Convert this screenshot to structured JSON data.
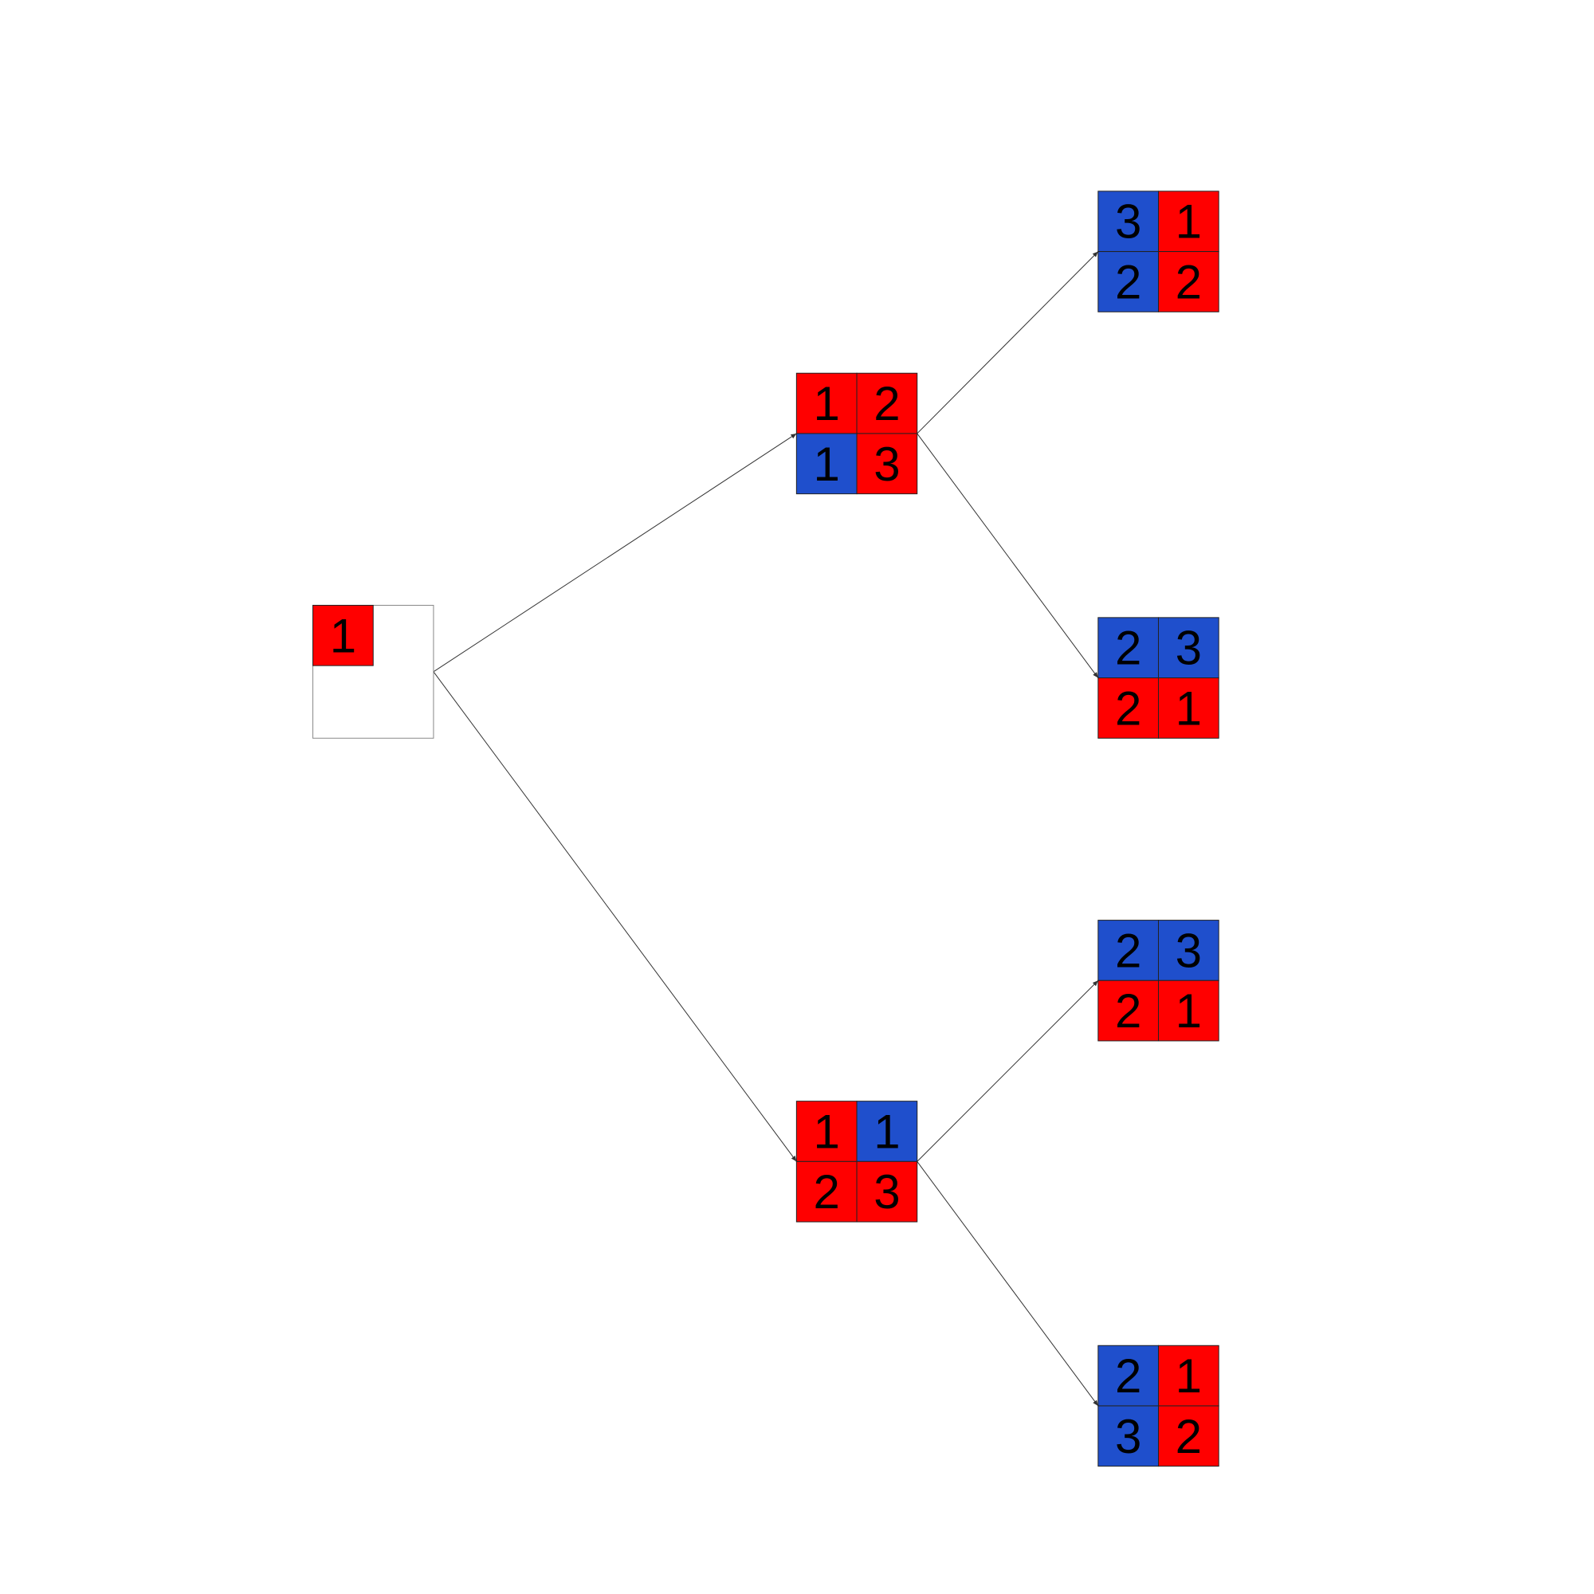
{
  "colors": {
    "red": "#ff0000",
    "blue": "#1f4fcc",
    "empty": "#ffffff",
    "border": "#222222",
    "edge": "#333333",
    "text": "#000000"
  },
  "nodes": [
    {
      "id": "root",
      "cells": [
        {
          "label": "1",
          "color": "red"
        },
        null,
        null,
        null
      ]
    },
    {
      "id": "level1-top",
      "cells": [
        {
          "label": "1",
          "color": "red"
        },
        {
          "label": "2",
          "color": "red"
        },
        {
          "label": "1",
          "color": "blue"
        },
        {
          "label": "3",
          "color": "red"
        }
      ]
    },
    {
      "id": "level1-bottom",
      "cells": [
        {
          "label": "1",
          "color": "red"
        },
        {
          "label": "1",
          "color": "blue"
        },
        {
          "label": "2",
          "color": "red"
        },
        {
          "label": "3",
          "color": "red"
        }
      ]
    },
    {
      "id": "level2-a",
      "cells": [
        {
          "label": "3",
          "color": "blue"
        },
        {
          "label": "1",
          "color": "red"
        },
        {
          "label": "2",
          "color": "blue"
        },
        {
          "label": "2",
          "color": "red"
        }
      ]
    },
    {
      "id": "level2-b",
      "cells": [
        {
          "label": "2",
          "color": "blue"
        },
        {
          "label": "3",
          "color": "blue"
        },
        {
          "label": "2",
          "color": "red"
        },
        {
          "label": "1",
          "color": "red"
        }
      ]
    },
    {
      "id": "level2-c",
      "cells": [
        {
          "label": "2",
          "color": "blue"
        },
        {
          "label": "3",
          "color": "blue"
        },
        {
          "label": "2",
          "color": "red"
        },
        {
          "label": "1",
          "color": "red"
        }
      ]
    },
    {
      "id": "level2-d",
      "cells": [
        {
          "label": "2",
          "color": "blue"
        },
        {
          "label": "1",
          "color": "red"
        },
        {
          "label": "3",
          "color": "blue"
        },
        {
          "label": "2",
          "color": "red"
        }
      ]
    }
  ],
  "edges": [
    {
      "from": "root",
      "to": "level1-top"
    },
    {
      "from": "root",
      "to": "level1-bottom"
    },
    {
      "from": "level1-top",
      "to": "level2-a"
    },
    {
      "from": "level1-top",
      "to": "level2-b"
    },
    {
      "from": "level1-bottom",
      "to": "level2-c"
    },
    {
      "from": "level1-bottom",
      "to": "level2-d"
    }
  ]
}
